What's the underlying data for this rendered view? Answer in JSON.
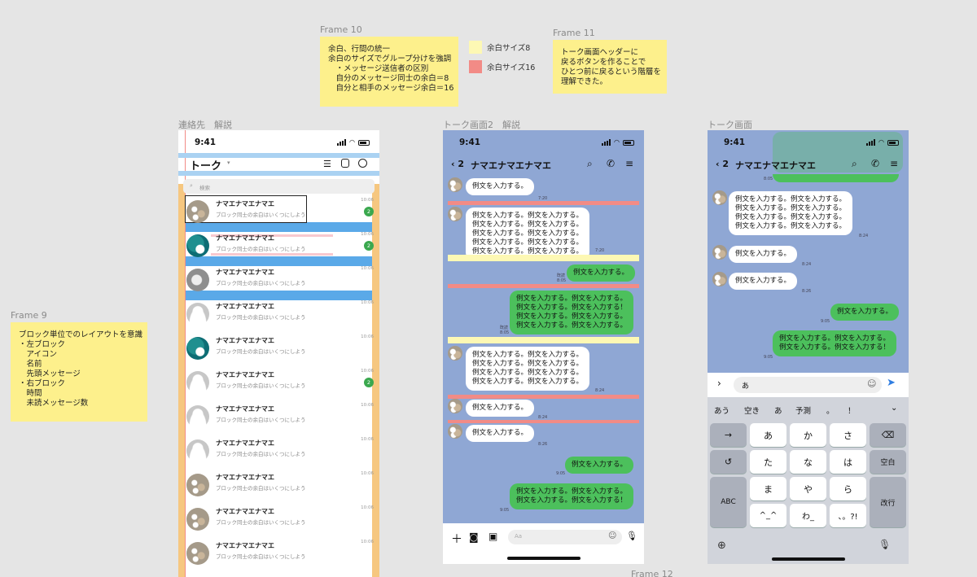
{
  "frames": {
    "frame10": "Frame 10",
    "frame11": "Frame 11",
    "frame9": "Frame 9",
    "frame12": "Frame 12",
    "contacts": "連絡先　解説",
    "talk2": "トーク画面2　解説",
    "talk": "トーク画面"
  },
  "notes": {
    "frame10": [
      "余白、行間の統一",
      "余白のサイズでグループ分けを強調",
      "　・メッセージ送信者の区別",
      "　自分のメッセージ同士の余白＝8",
      "　自分と相手のメッセージ余白＝16"
    ],
    "frame11": [
      "トーク画面ヘッダーに",
      "戻るボタンを作ることで",
      "ひとつ前に戻るという階層を",
      "理解できた。"
    ],
    "frame9": [
      "ブロック単位でのレイアウトを意識",
      "",
      "・左ブロック",
      "　アイコン",
      "　名前",
      "　先頭メッセージ",
      "",
      "・右ブロック",
      "　時間",
      "　未読メッセージ数"
    ]
  },
  "legend": {
    "s8": "余白サイズ8",
    "s16": "余白サイズ16",
    "c8": "#fdf8b4",
    "c16": "#f28b86"
  },
  "colors": {
    "chat_bg": "#8fa7d4",
    "my_bubble": "#4cc05c",
    "badge": "#3aa84e",
    "highlight_blue": "#5aa9e8",
    "highlight_orange": "#f6c780"
  },
  "status": {
    "time": "9:41"
  },
  "contacts": {
    "title": "トーク",
    "search_placeholder": "検索",
    "rows": [
      {
        "name": "ナマエナマエナマエ",
        "msg": "ブロック同士の余白はいくつにしよう",
        "time": "10:06",
        "badge": "2",
        "avatar": "photo"
      },
      {
        "name": "ナマエナマエナマエ",
        "msg": "ブロック同士の余白はいくつにしよう",
        "time": "10:06",
        "badge": "2",
        "avatar": "teal"
      },
      {
        "name": "ナマエナマエナマエ",
        "msg": "ブロック同士の余白はいくつにしよう",
        "time": "10:06",
        "badge": "",
        "avatar": "mono"
      },
      {
        "name": "ナマエナマエナマエ",
        "msg": "ブロック同士の余白はいくつにしよう",
        "time": "10:06",
        "badge": "",
        "avatar": "grey"
      },
      {
        "name": "ナマエナマエナマエ",
        "msg": "ブロック同士の余白はいくつにしよう",
        "time": "10:06",
        "badge": "",
        "avatar": "teal"
      },
      {
        "name": "ナマエナマエナマエ",
        "msg": "ブロック同士の余白はいくつにしよう",
        "time": "10:06",
        "badge": "2",
        "avatar": "grey"
      },
      {
        "name": "ナマエナマエナマエ",
        "msg": "ブロック同士の余白はいくつにしよう",
        "time": "10:06",
        "badge": "",
        "avatar": "grey"
      },
      {
        "name": "ナマエナマエナマエ",
        "msg": "ブロック同士の余白はいくつにしよう",
        "time": "10:06",
        "badge": "",
        "avatar": "grey"
      },
      {
        "name": "ナマエナマエナマエ",
        "msg": "ブロック同士の余白はいくつにしよう",
        "time": "10:06",
        "badge": "",
        "avatar": "photo"
      },
      {
        "name": "ナマエナマエナマエ",
        "msg": "ブロック同士の余白はいくつにしよう",
        "time": "10:06",
        "badge": "",
        "avatar": "photo"
      },
      {
        "name": "ナマエナマエナマエ",
        "msg": "ブロック同士の余白はいくつにしよう",
        "time": "10:06",
        "badge": "",
        "avatar": "photo"
      }
    ]
  },
  "chat": {
    "back": "2",
    "name": "ナマエナマエナマエ",
    "short": "例文を入力する。",
    "two_line": "例文を入力する。例文を入力する。\n例文を入力する。例文を入力する！",
    "four_line": "例文を入力する。例文を入力する。\n例文を入力する。例文を入力する。\n例文を入力する。例文を入力する。\n例文を入力する。例文を入力する。",
    "five_line": "例文を入力する。例文を入力する。\n例文を入力する。例文を入力する。\n例文を入力する。例文を入力する。\n例文を入力する。例文を入力する。\n例文を入力する。例文を入力する。",
    "sent_two_line": "例文を入力する。例文を入力する。\n例文を入力する。例文を入力する！\n例文を入力する。例文を入力する。\n例文を入力する。例文を入力する。",
    "read": "既読\n8:05",
    "t720": "7:20",
    "t805": "8:05",
    "t824": "8:24",
    "t826": "8:26",
    "t905": "9:05",
    "input_placeholder": "Aa",
    "kb_input": "あ"
  },
  "keyboard": {
    "candidates": [
      "あう",
      "空き",
      "あ",
      "予測",
      "。",
      "！"
    ],
    "row1": [
      "→",
      "あ",
      "か",
      "さ",
      "⌫"
    ],
    "row2": [
      "↺",
      "た",
      "な",
      "は",
      "空白"
    ],
    "row3": [
      "ABC",
      "ま",
      "や",
      "ら",
      "改行"
    ],
    "row4": [
      "^_^",
      "わ_",
      "、。?!"
    ]
  }
}
